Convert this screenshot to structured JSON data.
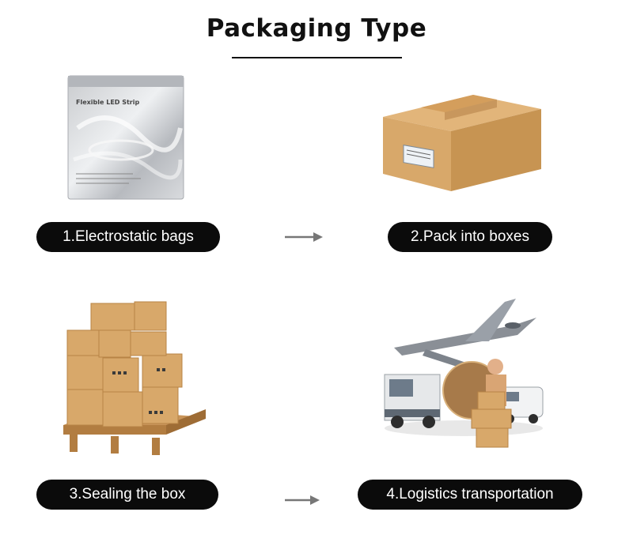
{
  "title": "Packaging Type",
  "steps": [
    {
      "label": "1.Electrostatic bags",
      "icon": "antistatic-bag-icon"
    },
    {
      "label": "2.Pack into boxes",
      "icon": "cardboard-box-icon"
    },
    {
      "label": "3.Sealing the box",
      "icon": "pallet-boxes-icon"
    },
    {
      "label": "4.Logistics transportation",
      "icon": "logistics-icon"
    }
  ],
  "bag_text": {
    "product": "Flexible LED Strip"
  },
  "colors": {
    "pill": "#0b0b0b",
    "arrow": "#777777",
    "cardboard": "#d8a86a"
  }
}
